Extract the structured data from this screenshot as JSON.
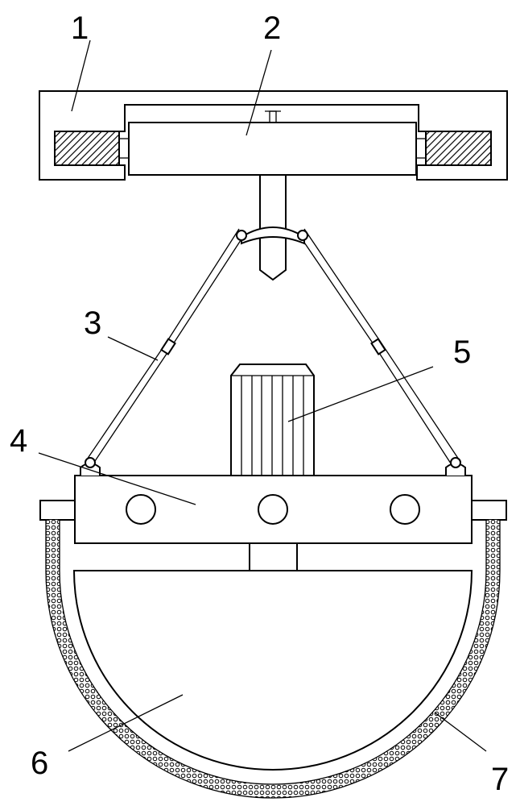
{
  "labels": {
    "l1": "1",
    "l2": "2",
    "l3": "3",
    "l4": "4",
    "l5": "5",
    "l6": "6",
    "l7": "7"
  },
  "colors": {
    "line": "#000000",
    "background": "#ffffff"
  }
}
